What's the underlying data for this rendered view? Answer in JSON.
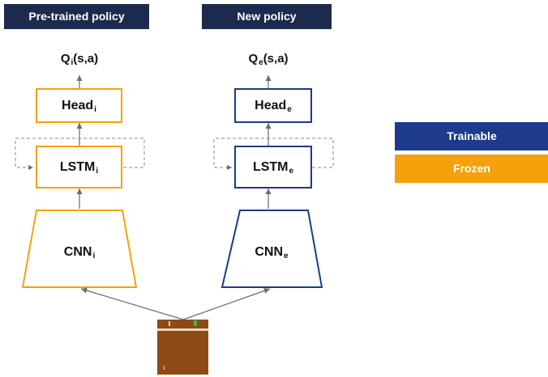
{
  "headers": {
    "left": "Pre-trained policy",
    "right": "New policy"
  },
  "left": {
    "q_main": "Q",
    "q_sub": "i",
    "q_args": "(s,a)",
    "head_main": "Head",
    "head_sub": "i",
    "lstm_main": "LSTM",
    "lstm_sub": "i",
    "cnn_main": "CNN",
    "cnn_sub": "i"
  },
  "right": {
    "q_main": "Q",
    "q_sub": "e",
    "q_args": "(s,a)",
    "head_main": "Head",
    "head_sub": "e",
    "lstm_main": "LSTM",
    "lstm_sub": "e",
    "cnn_main": "CNN",
    "cnn_sub": "e"
  },
  "legend": {
    "trainable_label": "Trainable",
    "frozen_label": "Frozen"
  },
  "colors": {
    "frozen": "#f5a10a",
    "trainable": "#1e3a8c",
    "header_bg": "#1c2a4e",
    "game_frame": "#8e4a14"
  }
}
